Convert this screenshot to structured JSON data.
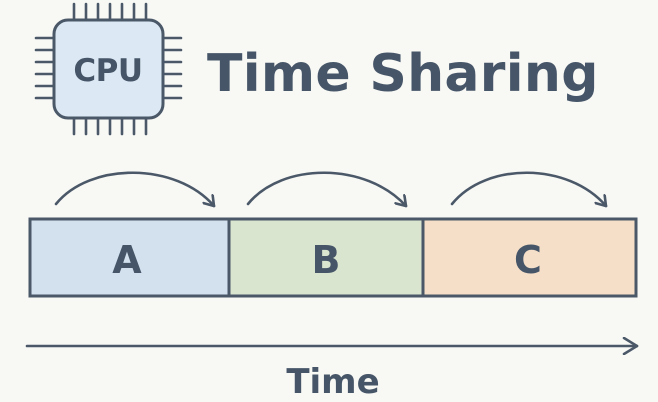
{
  "cpu": {
    "label": "CPU",
    "icon": "cpu-chip-icon",
    "fill_color": "#dce8f4"
  },
  "title": "Time Sharing",
  "segments": [
    {
      "label": "A",
      "color": "#d3e1ef"
    },
    {
      "label": "B",
      "color": "#d9e5cf"
    },
    {
      "label": "C",
      "color": "#f5dfc9"
    }
  ],
  "axis": {
    "label": "Time"
  },
  "colors": {
    "stroke": "#4a5868",
    "text": "#465668",
    "background": "#f8f8f5"
  }
}
